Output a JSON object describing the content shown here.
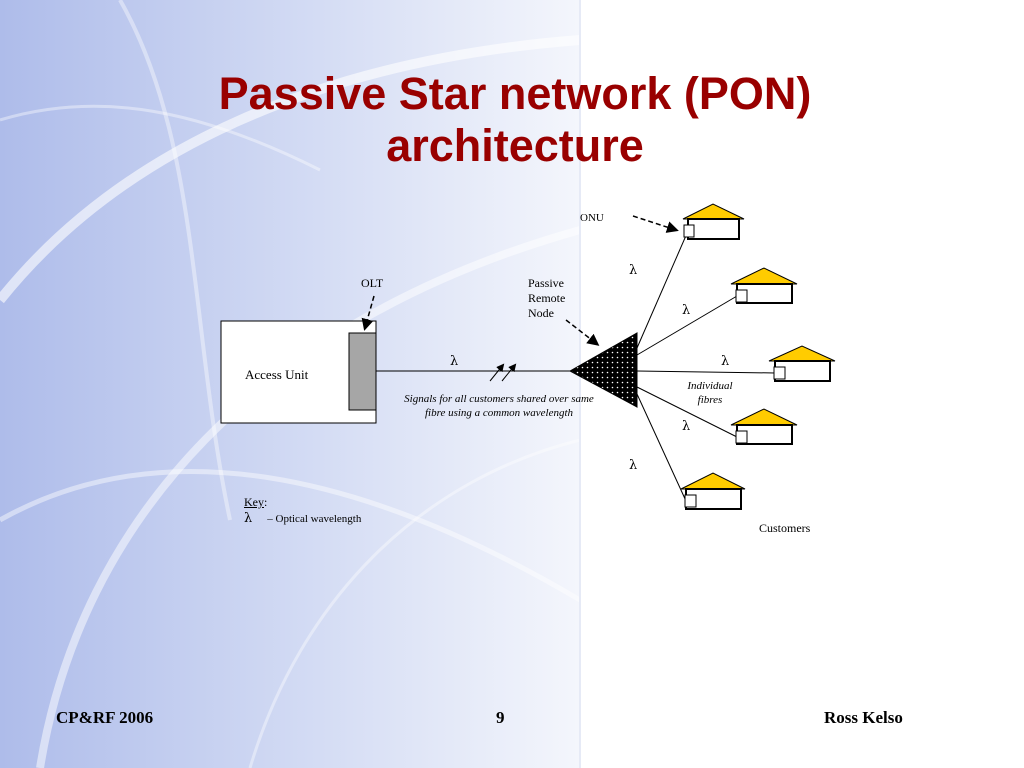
{
  "slide": {
    "title_line1": "Passive Star network (PON)",
    "title_line2": "architecture"
  },
  "diagram": {
    "access_unit_label": "Access Unit",
    "olt_label": "OLT",
    "node_label_line1": "Passive",
    "node_label_line2": "Remote",
    "node_label_line3": "Node",
    "onu_label": "ONU",
    "lambda_symbol": "λ",
    "shared_signal_line1": "Signals for all customers shared over same",
    "shared_signal_line2": "fibre using a common wavelength",
    "individual_fibres_line1": "Individual",
    "individual_fibres_line2": "fibres",
    "customers_label": "Customers",
    "key_title": "Key",
    "key_colon": ":",
    "key_description": "– Optical wavelength"
  },
  "footer": {
    "left": "CP&RF 2006",
    "page": "9",
    "right": "Ross Kelso"
  },
  "colors": {
    "title": "#990000",
    "house_roof": "#FFCC00",
    "olt_fill": "#A6A6A6",
    "background_left": "#C9D3F2"
  }
}
